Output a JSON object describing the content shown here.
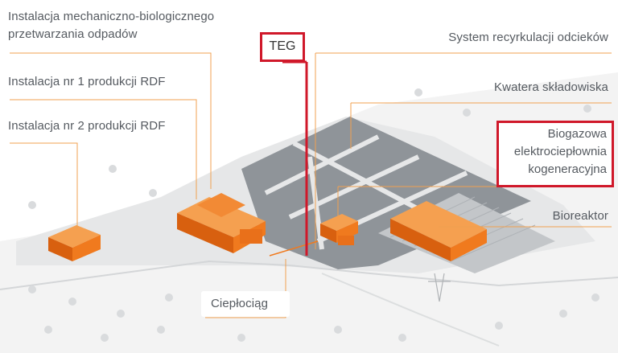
{
  "labels": {
    "mbt": "Instalacja mechaniczno-biologicznego",
    "mbt_line2": "przetwarzania odpadów",
    "rdf1": "Instalacja nr 1 produkcji RDF",
    "rdf2": "Instalacja nr 2 produkcji RDF",
    "teg": "TEG",
    "recirculation": "System recyrkulacji odcieków",
    "landfill_cell": "Kwatera składowiska",
    "biogas_line1": "Biogazowa",
    "biogas_line2": "elektrociepłownia",
    "biogas_line3": "kogeneracyjna",
    "bioreactor": "Bioreaktor",
    "heat_pipe": "Ciepłociąg"
  },
  "colors": {
    "building_orange": "#f07a1e",
    "building_dark": "#c85a10",
    "leader_line": "#f0a050",
    "highlight_red": "#d0182a",
    "text_gray": "#555a60",
    "terrain": "#ececec",
    "plot": "#b5b9bd"
  }
}
